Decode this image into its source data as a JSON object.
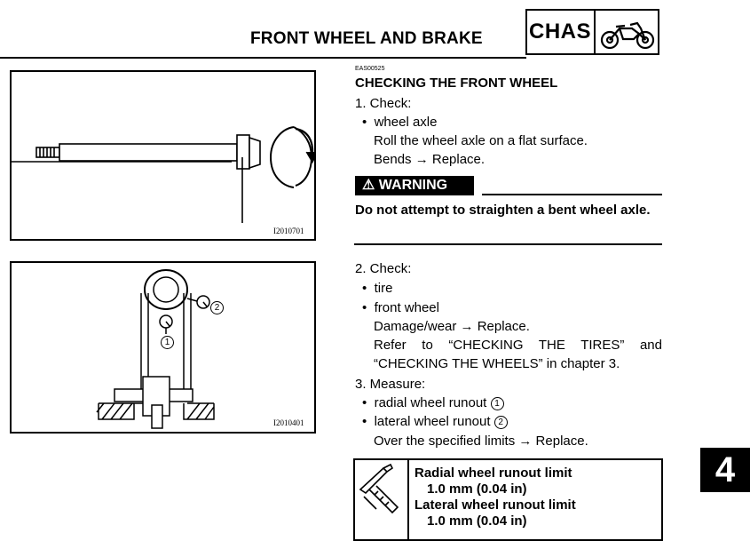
{
  "header": {
    "title": "FRONT WHEEL AND BRAKE",
    "chapter_code": "CHAS",
    "chapter_icon": "motorcycle-icon"
  },
  "section": {
    "code": "EAS00525",
    "heading": "CHECKING THE FRONT WHEEL"
  },
  "step1": {
    "label": "1. Check:",
    "bullet": "wheel axle",
    "line1": "Roll the wheel axle on a flat surface.",
    "line2": "Bends → Replace."
  },
  "warning": {
    "badge": "WARNING",
    "text": "Do not attempt to straighten a bent wheel axle."
  },
  "step2": {
    "label": "2. Check:",
    "bullet1": "tire",
    "bullet2": "front wheel",
    "line1": "Damage/wear → Replace.",
    "line2": "Refer to “CHECKING THE TIRES” and",
    "line3": "“CHECKING THE WHEELS” in chapter 3."
  },
  "step3": {
    "label": "3. Measure:",
    "bullet1": "radial wheel runout",
    "bullet1_ref": "1",
    "bullet2": "lateral wheel runout",
    "bullet2_ref": "2",
    "line1": "Over the specified limits → Replace."
  },
  "spec": {
    "icon": "caliper-icon",
    "radial_label": "Radial wheel runout limit",
    "radial_value": "1.0 mm (0.04 in)",
    "lateral_label": "Lateral wheel runout limit",
    "lateral_value": "1.0 mm (0.04 in)"
  },
  "figures": {
    "fig1_id": "I2010701",
    "fig2_id": "I2010401",
    "fig2_ref1": "1",
    "fig2_ref2": "2"
  },
  "chapter_tab": "4"
}
